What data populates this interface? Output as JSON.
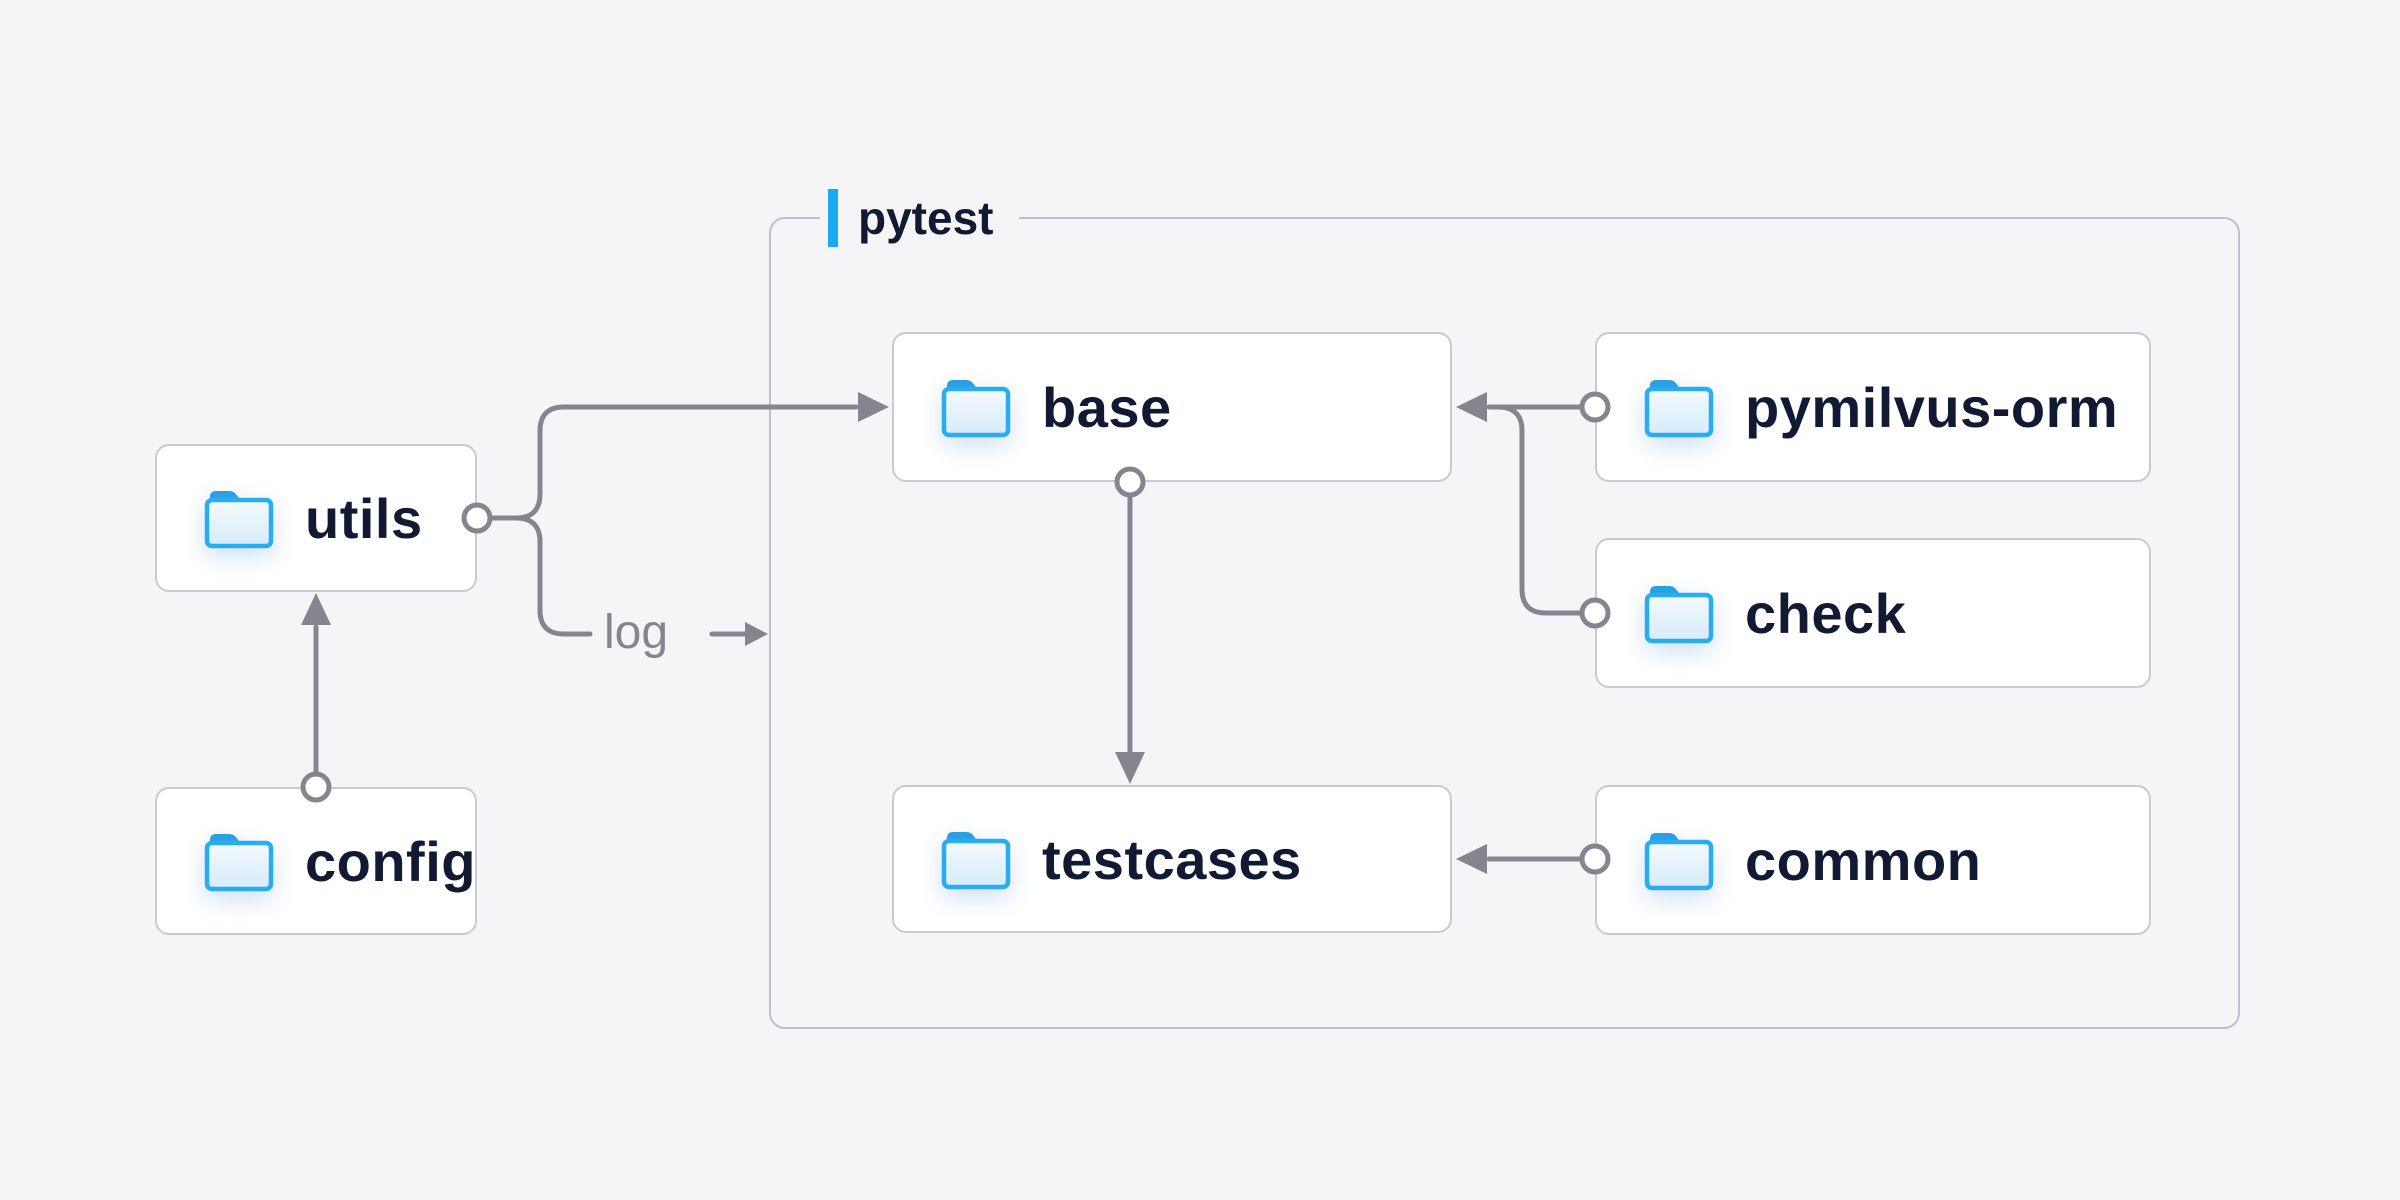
{
  "container": {
    "label": "pytest"
  },
  "nodes": {
    "utils": {
      "label": "utils"
    },
    "config": {
      "label": "config"
    },
    "base": {
      "label": "base"
    },
    "pymilvus_orm": {
      "label": "pymilvus-orm"
    },
    "check": {
      "label": "check"
    },
    "testcases": {
      "label": "testcases"
    },
    "common": {
      "label": "common"
    }
  },
  "edges": [
    {
      "from": "config",
      "to": "utils",
      "style": "arrow"
    },
    {
      "from": "utils",
      "to": "base",
      "style": "arrow"
    },
    {
      "from": "utils",
      "to": "pytest",
      "style": "arrow",
      "label": "log"
    },
    {
      "from": "pymilvus-orm",
      "to": "base",
      "style": "arrow"
    },
    {
      "from": "check",
      "to": "base",
      "style": "arrow"
    },
    {
      "from": "base",
      "to": "testcases",
      "style": "arrow"
    },
    {
      "from": "common",
      "to": "testcases",
      "style": "arrow"
    }
  ],
  "icons": {
    "node_icon": "folder-icon"
  },
  "colors": {
    "background": "#f5f5f7",
    "node_background": "#ffffff",
    "node_border": "#c9c9d2",
    "container_border": "#bfc0cb",
    "connector": "#85858f",
    "label_text": "#101a33",
    "edge_label_text": "#85858f",
    "accent_blue": "#18a9f1",
    "folder_blue": "#29acf0"
  }
}
